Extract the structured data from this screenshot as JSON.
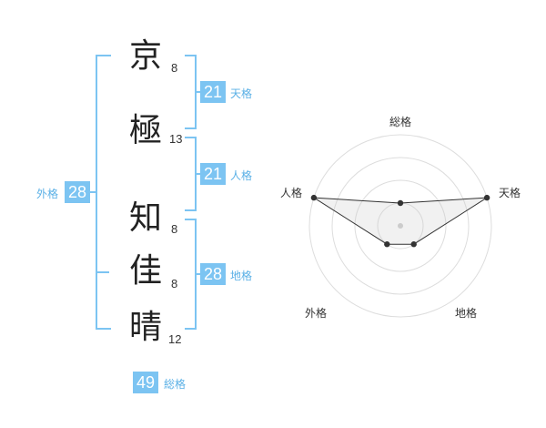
{
  "name_chars": [
    {
      "char": "京",
      "strokes": "8"
    },
    {
      "char": "極",
      "strokes": "13"
    },
    {
      "char": "知",
      "strokes": "8"
    },
    {
      "char": "佳",
      "strokes": "8"
    },
    {
      "char": "晴",
      "strokes": "12"
    }
  ],
  "fortune": {
    "tenkaku": {
      "value": "21",
      "label": "天格"
    },
    "jinkaku": {
      "value": "21",
      "label": "人格"
    },
    "chikaku": {
      "value": "28",
      "label": "地格"
    },
    "gaikaku": {
      "value": "28",
      "label": "外格"
    },
    "soukaku": {
      "value": "49",
      "label": "総格"
    }
  },
  "colors": {
    "accent": "#7cc4f2",
    "accent_text": "#5ab0e6"
  },
  "chart_data": {
    "type": "radar",
    "axes": [
      "総格",
      "天格",
      "地格",
      "外格",
      "人格"
    ],
    "max": 4,
    "rings": 4,
    "values": [
      1,
      4,
      1,
      1,
      4
    ],
    "grid": true
  }
}
